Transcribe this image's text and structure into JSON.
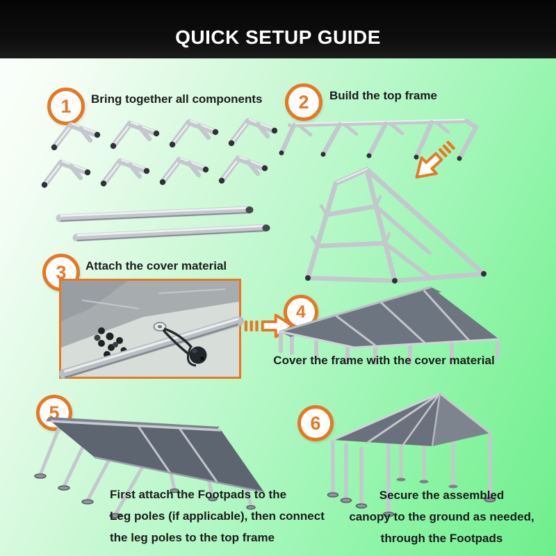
{
  "header": {
    "title": "QUICK SETUP GUIDE"
  },
  "colors": {
    "accent": "#e87722",
    "header_bg": "#0b0b0b",
    "header_text": "#ffffff",
    "body_text": "#1b1b1b",
    "background_green": "#7df297",
    "canopy_cover_gray": "#6a717c",
    "frame_silver": "#c3c8cd"
  },
  "steps": [
    {
      "number": "1",
      "label": "Bring together all components"
    },
    {
      "number": "2",
      "label": "Build the top frame"
    },
    {
      "number": "3",
      "label": "Attach the cover material"
    },
    {
      "number": "4",
      "label": "Cover the frame with the cover material"
    },
    {
      "number": "5",
      "label": "First attach the Footpads to the\nLeg poles (if applicable), then connect\nthe leg poles to the top frame"
    },
    {
      "number": "6",
      "label": "Secure the assembled\ncanopy to the ground as needed,\nthrough the Footpads"
    }
  ],
  "icons": {
    "arrow_down_left": "arrow pointing from loose trusses to assembled top frame",
    "arrow_right": "arrow pointing from cover detail to covered frame"
  }
}
